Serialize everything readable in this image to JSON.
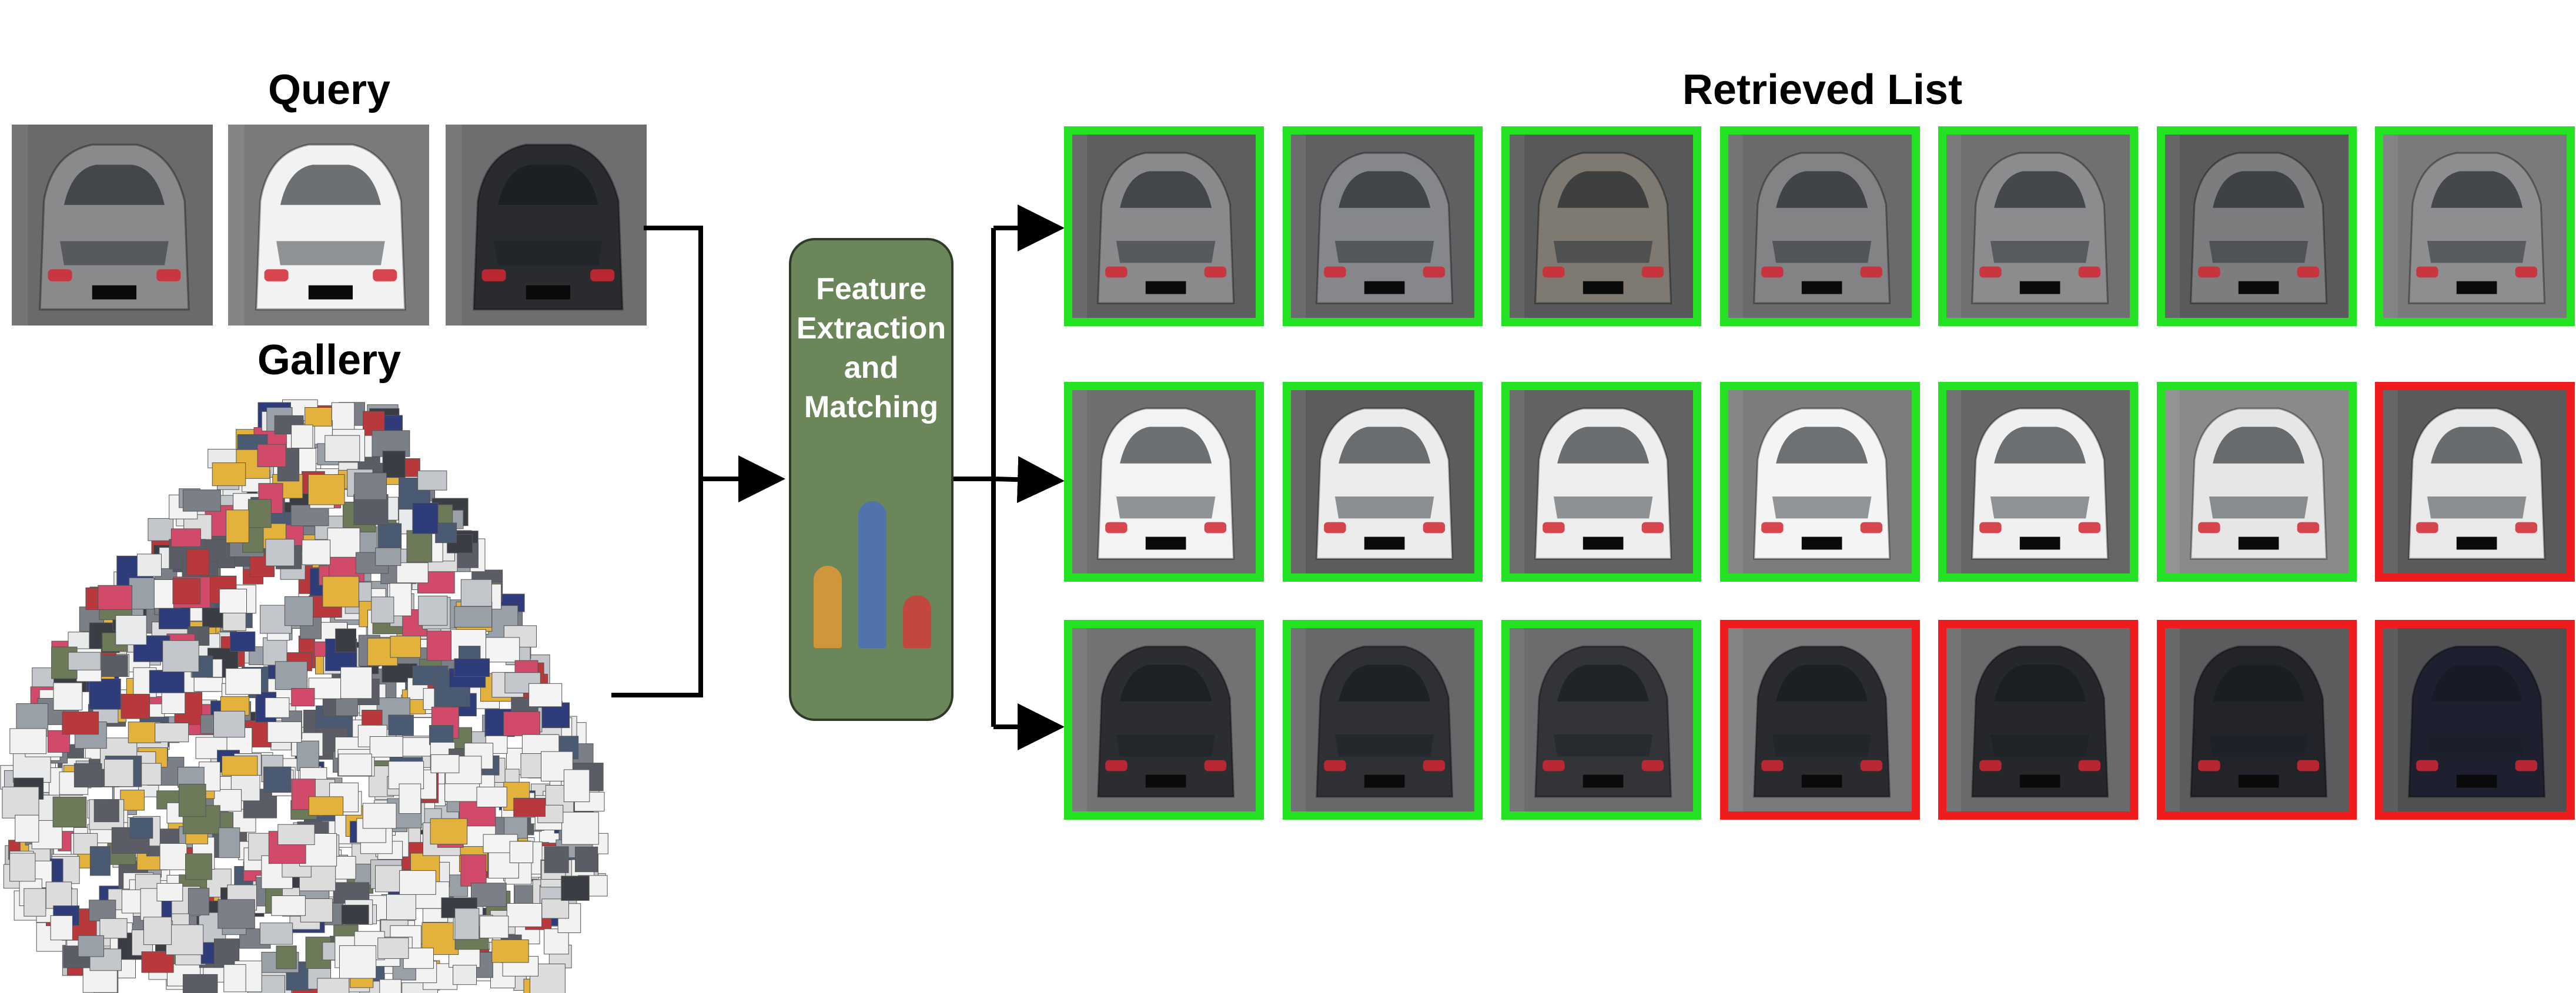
{
  "labels": {
    "query": "Query",
    "gallery": "Gallery",
    "retrieved_list": "Retrieved List",
    "feature_box": "Feature\nExtraction\nand\nMatching"
  },
  "colors": {
    "match_frame": "#22e222",
    "mismatch_frame": "#ee1c1c",
    "feature_box": "#6b8659",
    "bar_orange": "#d1953a",
    "bar_blue": "#5073ab",
    "bar_red": "#c2473f"
  },
  "query_images": [
    {
      "car_color": "#8a8a8c",
      "road": "#6a6a6c"
    },
    {
      "car_color": "#f2f2f2",
      "road": "#7a7a7a"
    },
    {
      "car_color": "#2a2b2e",
      "road": "#6e6e70"
    }
  ],
  "retrieved_rows": [
    {
      "items": [
        {
          "match": true,
          "car_color": "#8a8a8c",
          "road": "#5e5e60"
        },
        {
          "match": true,
          "car_color": "#86878a",
          "road": "#606062"
        },
        {
          "match": true,
          "car_color": "#7e7a72",
          "road": "#58585a"
        },
        {
          "match": true,
          "car_color": "#838385",
          "road": "#6a6a6c"
        },
        {
          "match": true,
          "car_color": "#8c8c8e",
          "road": "#707072"
        },
        {
          "match": true,
          "car_color": "#7d7d80",
          "road": "#5a5a5c"
        },
        {
          "match": true,
          "car_color": "#8e8e90",
          "road": "#7a7a7c"
        }
      ]
    },
    {
      "items": [
        {
          "match": true,
          "car_color": "#f3f3f3",
          "road": "#6e6e6e"
        },
        {
          "match": true,
          "car_color": "#ececec",
          "road": "#5c5c5c"
        },
        {
          "match": true,
          "car_color": "#eeeeee",
          "road": "#626262"
        },
        {
          "match": true,
          "car_color": "#f4f4f4",
          "road": "#7c7c7c"
        },
        {
          "match": true,
          "car_color": "#f0f0f0",
          "road": "#666666"
        },
        {
          "match": true,
          "car_color": "#e6e6e6",
          "road": "#8a8a8a"
        },
        {
          "match": false,
          "car_color": "#e9e9e9",
          "road": "#5a5a5a"
        }
      ]
    },
    {
      "items": [
        {
          "match": true,
          "car_color": "#2c2d30",
          "road": "#727274"
        },
        {
          "match": true,
          "car_color": "#2f3033",
          "road": "#68686a"
        },
        {
          "match": true,
          "car_color": "#333437",
          "road": "#6c6c6e"
        },
        {
          "match": false,
          "car_color": "#2a2b2e",
          "road": "#7a7a7c"
        },
        {
          "match": false,
          "car_color": "#26272a",
          "road": "#6a6a6c"
        },
        {
          "match": false,
          "car_color": "#23242a",
          "road": "#5c5c5e"
        },
        {
          "match": false,
          "car_color": "#1e2030",
          "road": "#505052"
        }
      ]
    }
  ]
}
